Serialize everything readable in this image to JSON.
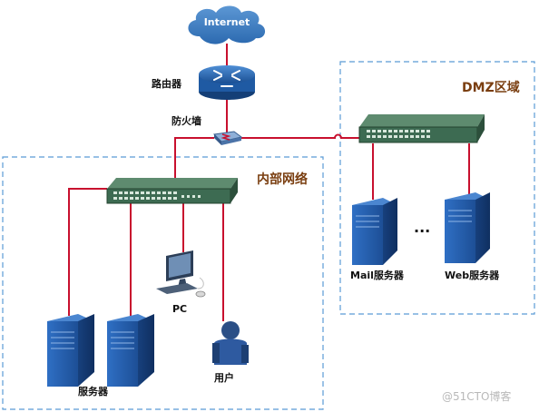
{
  "diagram": {
    "nodes": {
      "internet": "Internet",
      "router": "路由器",
      "firewall": "防火墙",
      "pc": "PC",
      "user": "用户",
      "servers": "服务器",
      "mail_server": "Mail服务器",
      "web_server": "Web服务器"
    },
    "zones": {
      "dmz": "DMZ区域",
      "internal": "内部网络"
    },
    "ellipsis": "...",
    "watermark": "@51CTO博客",
    "colors": {
      "link": "#c8102e",
      "zone_border": "#5b9bd5",
      "switch_body": "#3d6b52",
      "router_body": "#1f5fa8",
      "cloud": "#3f7fc0",
      "server_body": "#2b62b0"
    }
  }
}
